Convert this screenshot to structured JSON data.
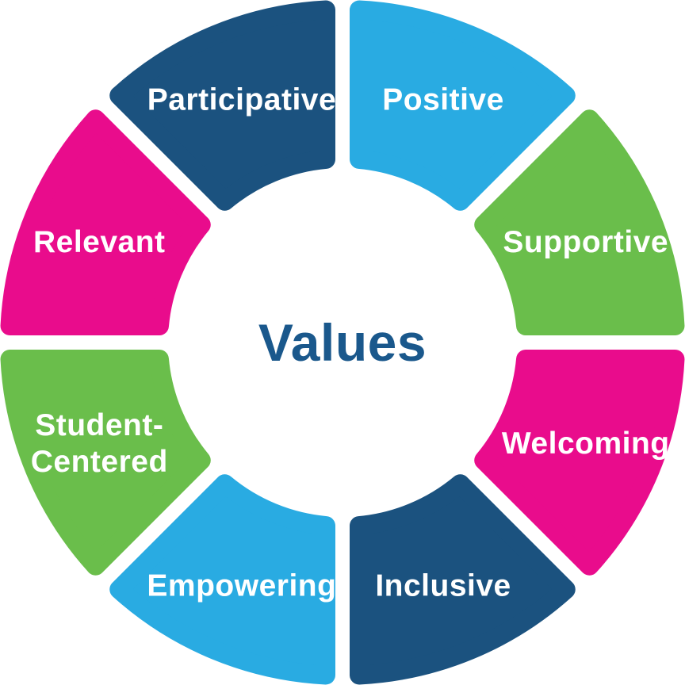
{
  "wheel": {
    "center_label": "Values",
    "center_label_color": "#1A588C",
    "label_text_color": "#FFFFFF",
    "background_color": "#FFFFFF",
    "segments": [
      {
        "label": "Positive",
        "label_lines": [
          "Positive"
        ],
        "color": "#29ABE2",
        "start_angle": 0,
        "end_angle": 45
      },
      {
        "label": "Supportive",
        "label_lines": [
          "Supportive"
        ],
        "color": "#6ABE4B",
        "start_angle": 45,
        "end_angle": 90
      },
      {
        "label": "Welcoming",
        "label_lines": [
          "Welcoming"
        ],
        "color": "#E90C8C",
        "start_angle": 90,
        "end_angle": 135
      },
      {
        "label": "Inclusive",
        "label_lines": [
          "Inclusive"
        ],
        "color": "#1B527F",
        "start_angle": 135,
        "end_angle": 180
      },
      {
        "label": "Empowering",
        "label_lines": [
          "Empowering"
        ],
        "color": "#29ABE2",
        "start_angle": 180,
        "end_angle": 225
      },
      {
        "label": "Student-Centered",
        "label_lines": [
          "Student-",
          "Centered"
        ],
        "color": "#6ABE4B",
        "start_angle": 225,
        "end_angle": 270
      },
      {
        "label": "Relevant",
        "label_lines": [
          "Relevant"
        ],
        "color": "#E90C8C",
        "start_angle": 270,
        "end_angle": 315
      },
      {
        "label": "Participative",
        "label_lines": [
          "Participative"
        ],
        "color": "#1B527F",
        "start_angle": 315,
        "end_angle": 360
      }
    ]
  }
}
